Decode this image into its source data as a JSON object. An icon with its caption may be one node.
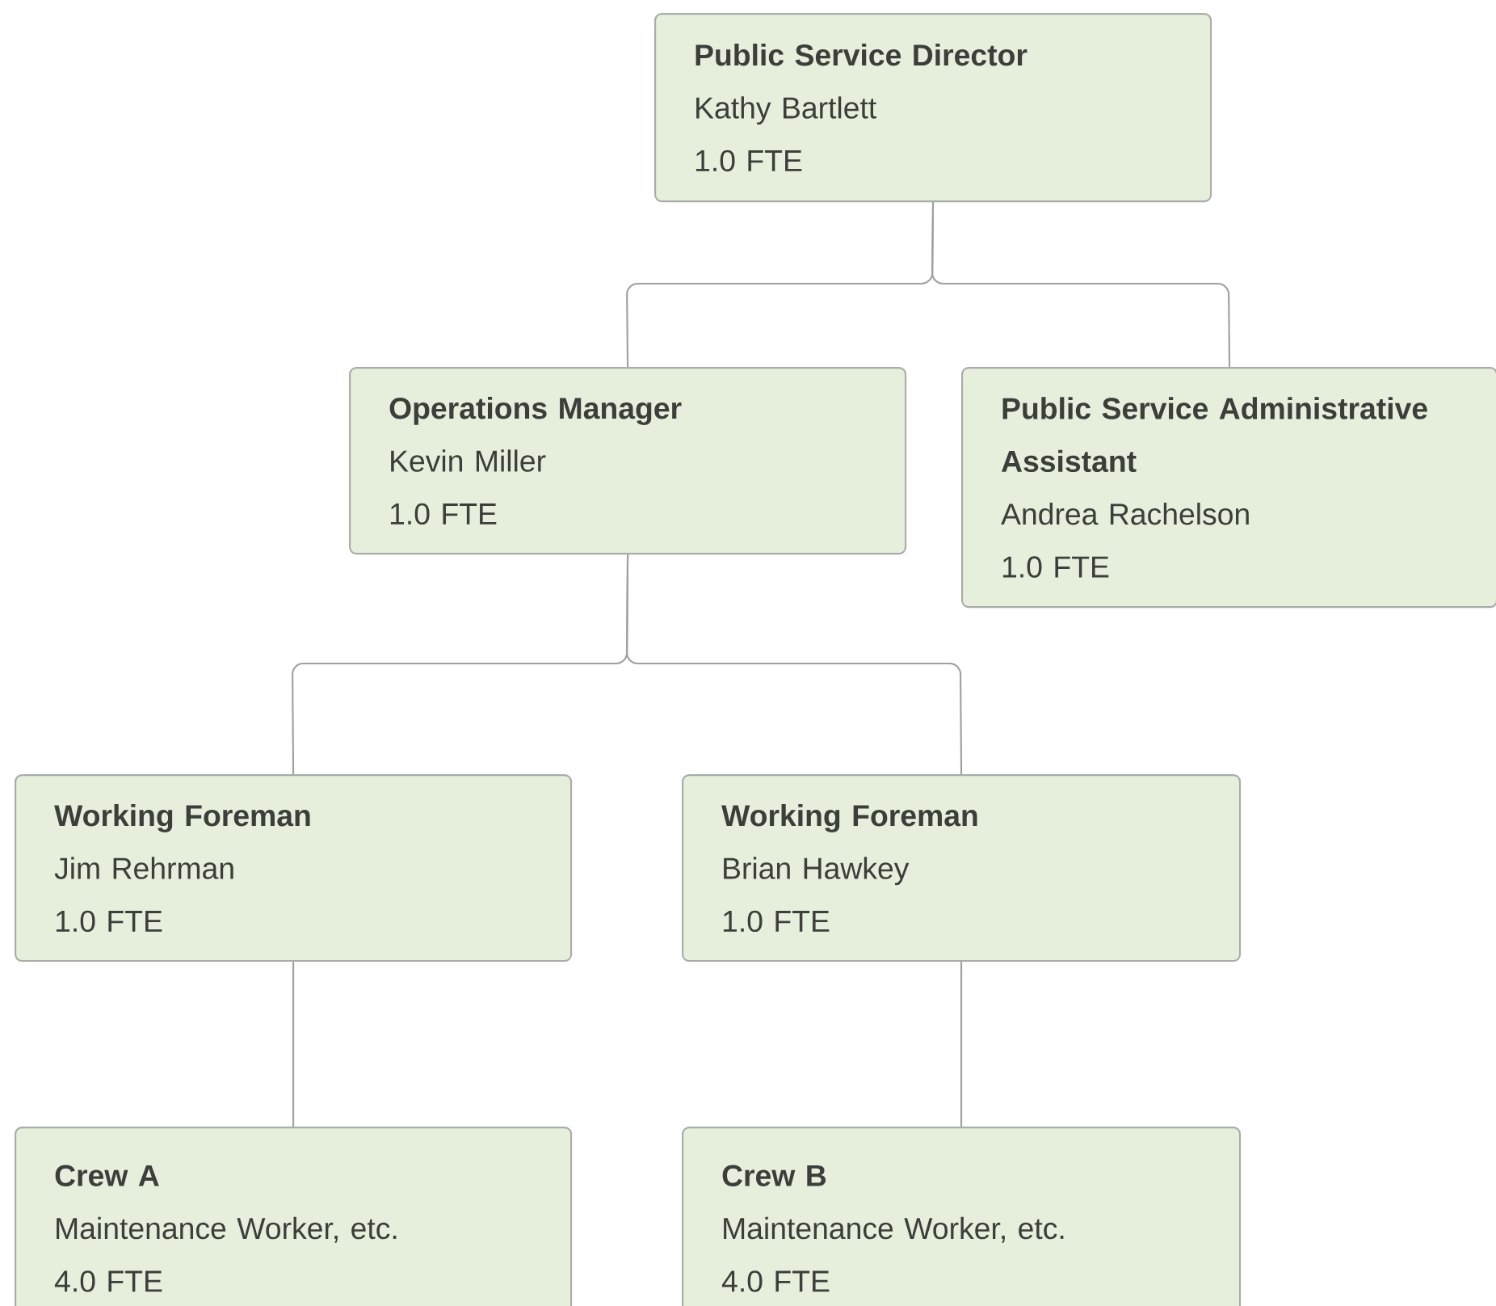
{
  "diagram": {
    "nodes": [
      {
        "text": [
          "Public Service Director",
          "Kathy Bartlett",
          "1.0 FTE"
        ]
      },
      {
        "text": [
          "Operations Manager",
          "Kevin Miller",
          "1.0 FTE"
        ]
      },
      {
        "text": [
          "Public Service Administrative Assistant",
          "Andrea Rachelson",
          "1.0 FTE"
        ]
      },
      {
        "text": [
          "Working Foreman",
          "Jim Rehrman",
          "1.0 FTE"
        ]
      },
      {
        "text": [
          "Working Foreman",
          "Brian Hawkey",
          "1.0 FTE"
        ]
      },
      {
        "text": [
          "Crew A",
          "Maintenance Worker, etc.",
          "4.0 FTE"
        ]
      },
      {
        "text": [
          "Crew B",
          "Maintenance Worker, etc.",
          "4.0 FTE"
        ]
      }
    ],
    "edges": [
      {
        "from": 0,
        "to": 1,
        "arrow": "none"
      },
      {
        "from": 0,
        "to": 2,
        "arrow": "none"
      },
      {
        "from": 1,
        "to": 3,
        "arrow": "none"
      },
      {
        "from": 1,
        "to": 4,
        "arrow": "none"
      },
      {
        "from": 3,
        "to": 5,
        "arrow": "none"
      },
      {
        "from": 4,
        "to": 6,
        "arrow": "none"
      }
    ]
  }
}
